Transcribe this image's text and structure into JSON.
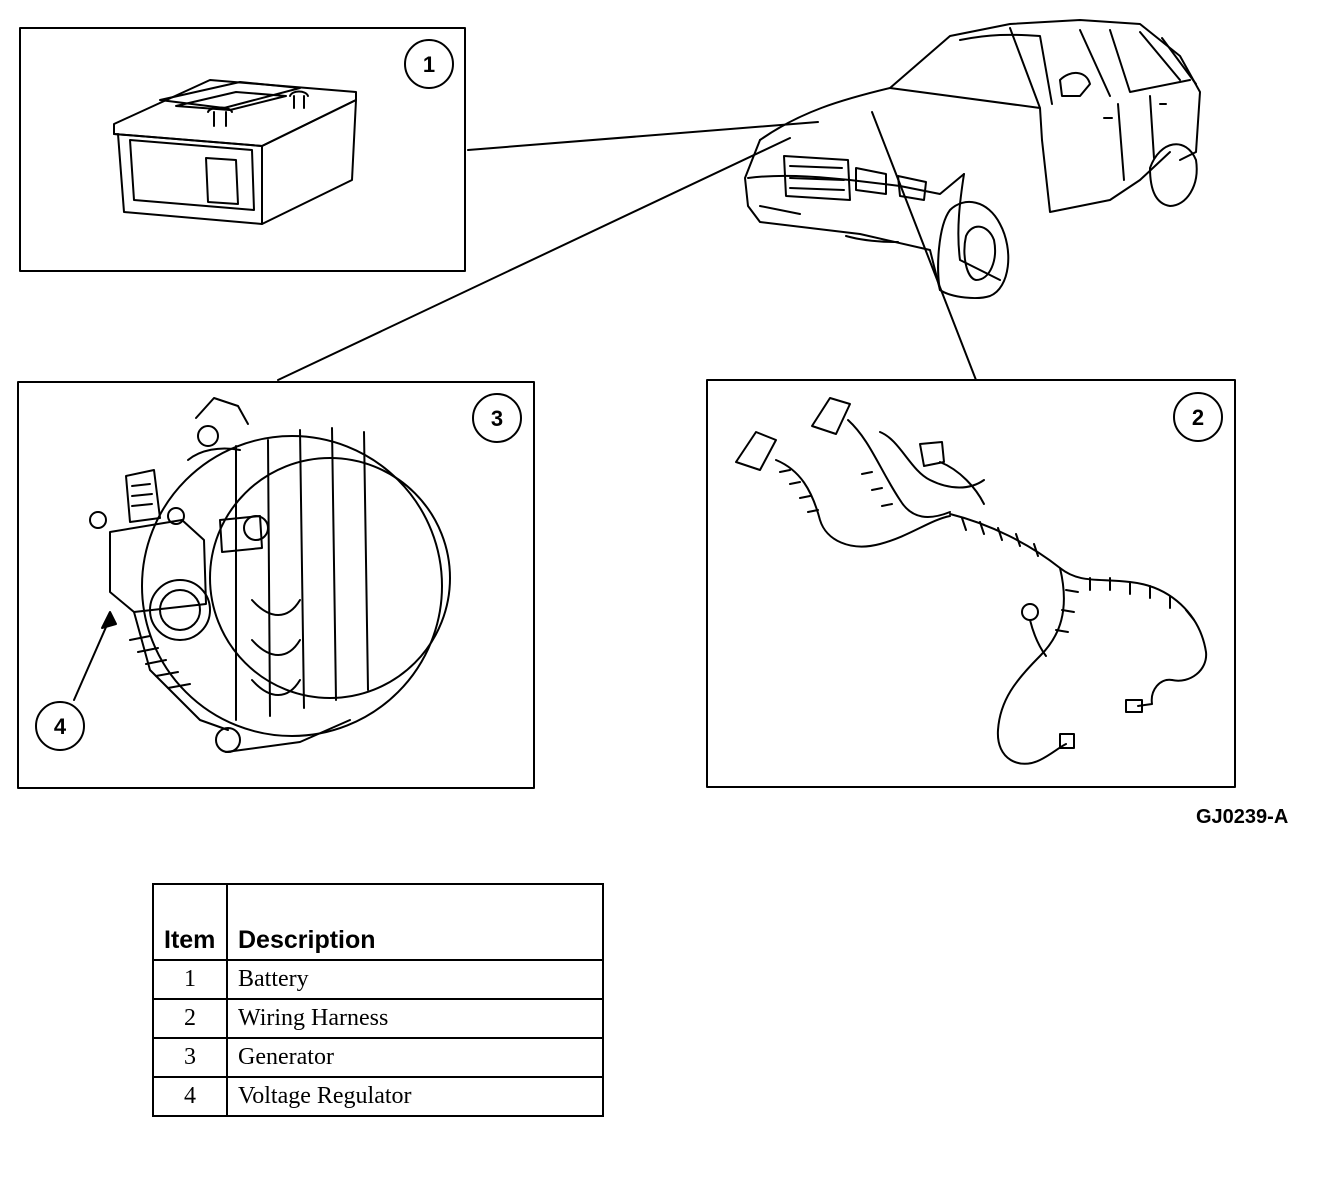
{
  "figure_id": "GJ0239-A",
  "callouts": [
    "1",
    "2",
    "3",
    "4"
  ],
  "legend": {
    "headers": {
      "item": "Item",
      "description": "Description"
    },
    "rows": [
      {
        "item": "1",
        "description": "Battery"
      },
      {
        "item": "2",
        "description": "Wiring Harness"
      },
      {
        "item": "3",
        "description": "Generator"
      },
      {
        "item": "4",
        "description": "Voltage Regulator"
      }
    ]
  }
}
